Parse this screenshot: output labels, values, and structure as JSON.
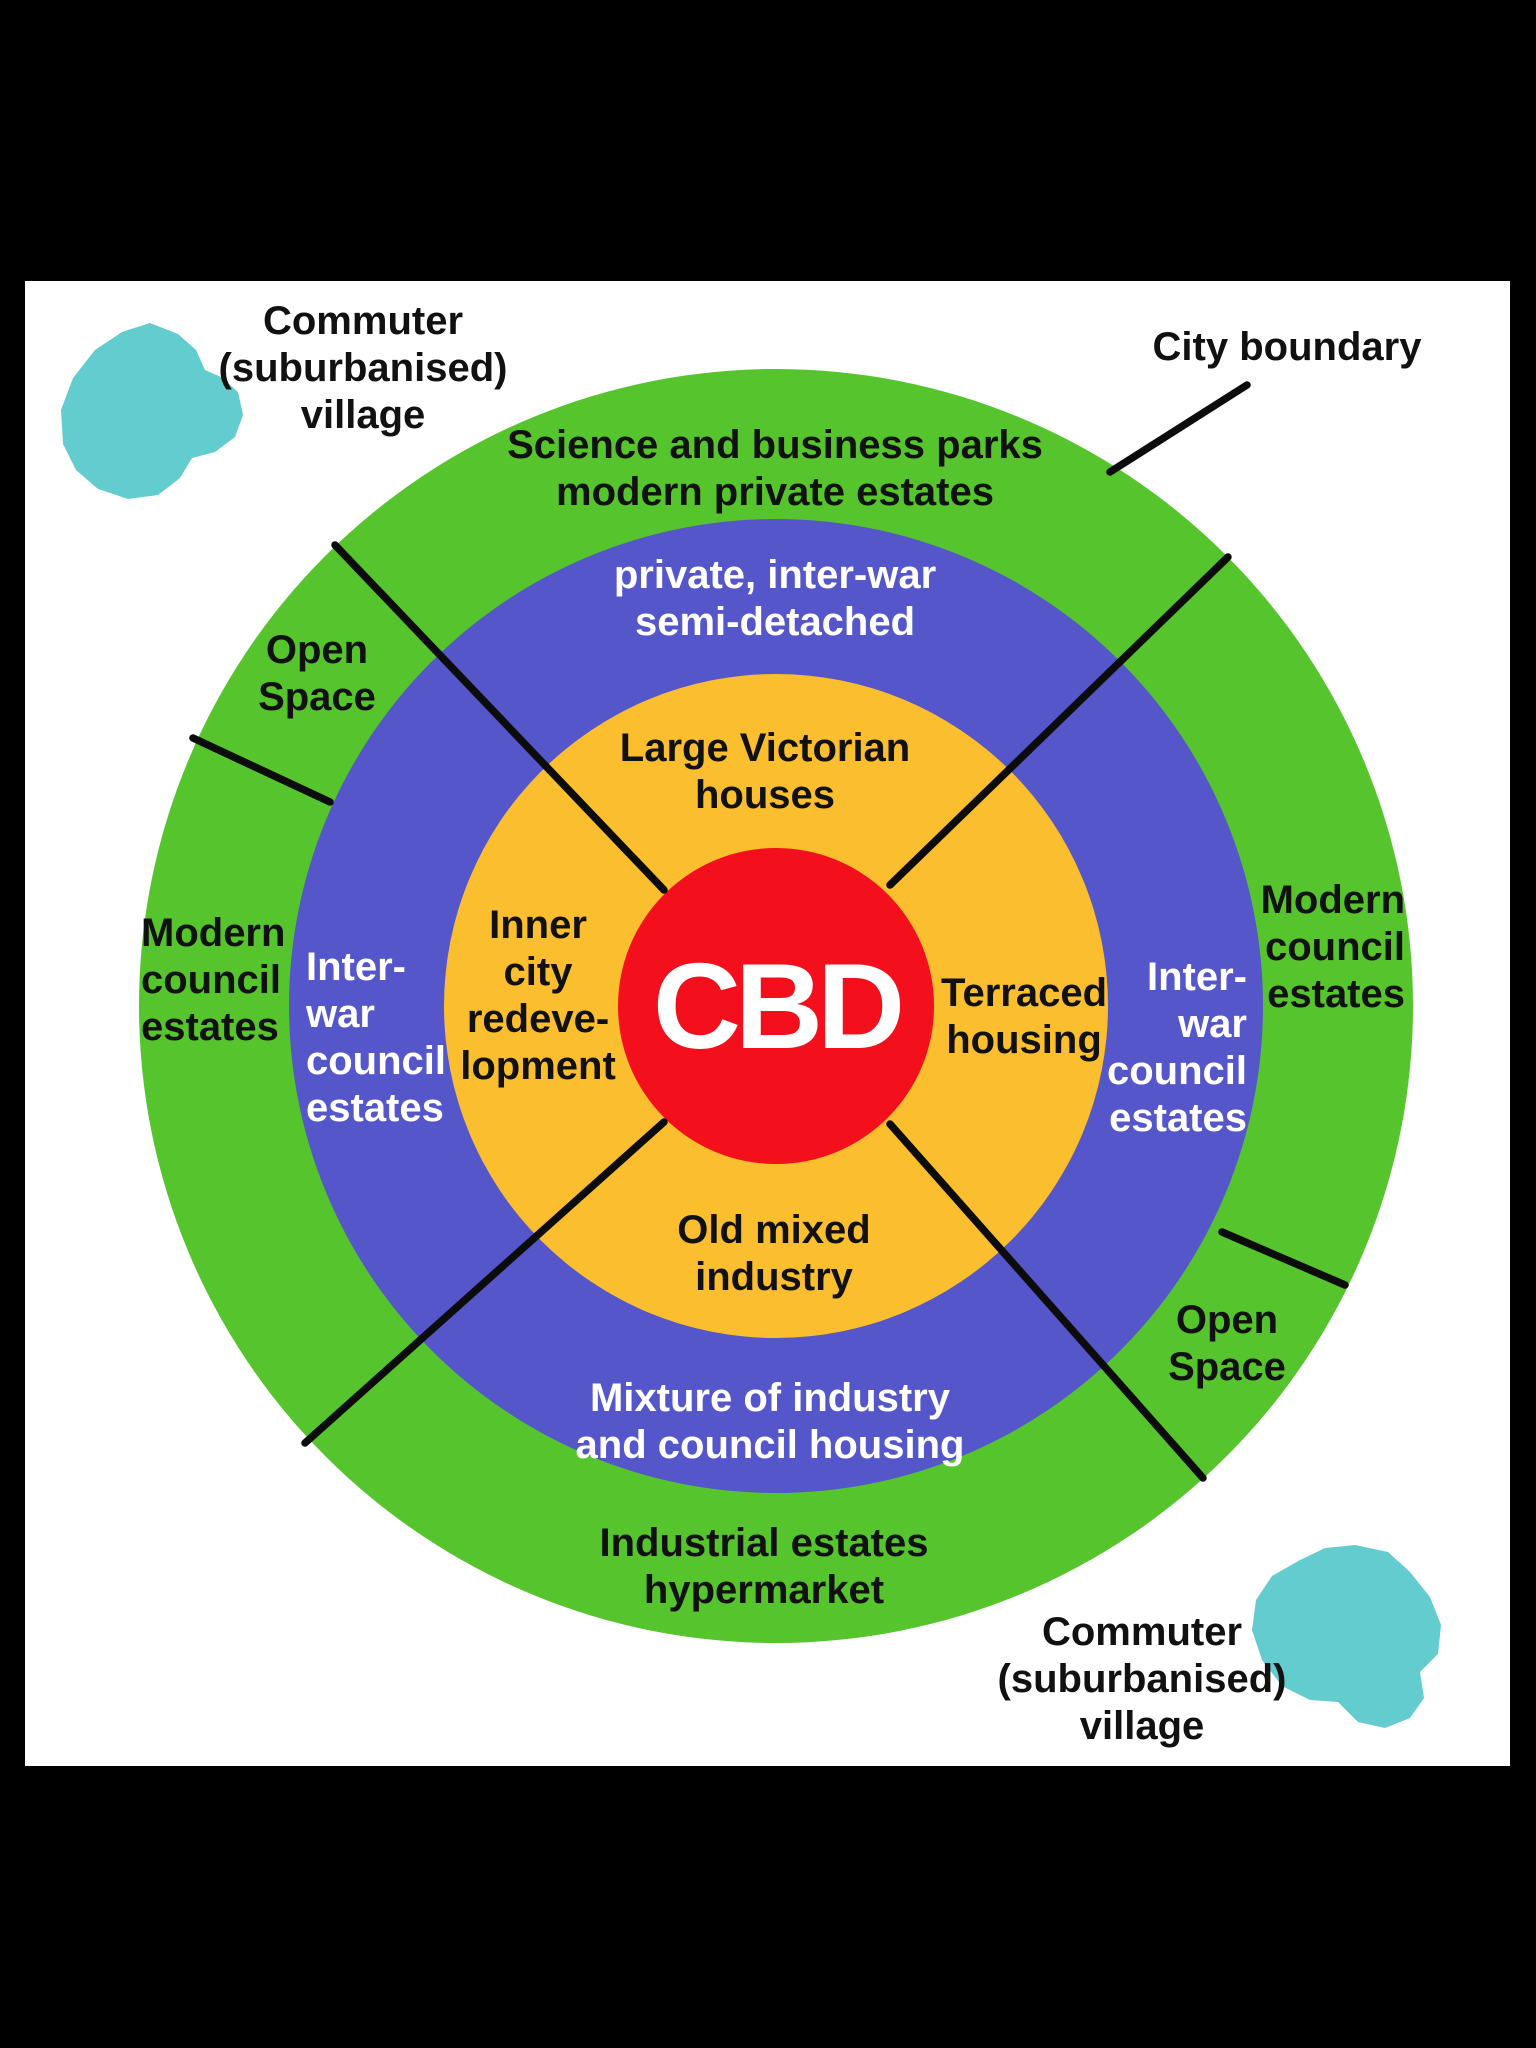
{
  "colors": {
    "page_background": "#000000",
    "canvas_background": "#ffffff",
    "outer_zone_green": "#56C42D",
    "middle_zone_blue": "#5456CA",
    "inner_zone_orange": "#FBBE2E",
    "cbd_red": "#F30F1B",
    "village_teal": "#63CCCE",
    "line_black": "#0C0C0C",
    "text_dark": "#111111",
    "text_light": "#FFFFFF"
  },
  "labels": {
    "commuter_village_top_left": {
      "lines": [
        "Commuter",
        "(suburbanised)",
        "village"
      ]
    },
    "city_boundary": {
      "lines": [
        "City boundary"
      ]
    },
    "science_business_parks": {
      "lines": [
        "Science and business parks",
        "modern private estates"
      ]
    },
    "private_inter_war": {
      "lines": [
        "private, inter-war",
        "semi-detached"
      ]
    },
    "large_victorian_houses": {
      "lines": [
        "Large Victorian",
        "houses"
      ]
    },
    "open_space_left": {
      "lines": [
        "Open",
        "Space"
      ]
    },
    "modern_council_estates_left": {
      "lines": [
        "Modern",
        "council",
        "estates"
      ]
    },
    "inter_war_council_estates_left": {
      "lines": [
        "Inter-",
        "war",
        "council",
        "estates"
      ]
    },
    "inner_city_redevelopment": {
      "lines": [
        "Inner",
        "city",
        "redeve-",
        "lopment"
      ]
    },
    "cbd": {
      "lines": [
        "CBD"
      ]
    },
    "terraced_housing": {
      "lines": [
        "Terraced",
        "housing"
      ]
    },
    "inter_war_council_estates_right": {
      "lines": [
        "Inter-",
        "war",
        "council",
        "estates"
      ]
    },
    "modern_council_estates_right": {
      "lines": [
        "Modern",
        "council",
        "estates"
      ]
    },
    "open_space_right": {
      "lines": [
        "Open",
        "Space"
      ]
    },
    "old_mixed_industry": {
      "lines": [
        "Old mixed",
        "industry"
      ]
    },
    "mixture_industry_council_housing": {
      "lines": [
        "Mixture of industry",
        "and council housing"
      ]
    },
    "industrial_estates_hypermarket": {
      "lines": [
        "Industrial estates",
        "hypermarket"
      ]
    },
    "commuter_village_bottom_right": {
      "lines": [
        "Commuter",
        "(suburbanised)",
        "village"
      ]
    }
  }
}
